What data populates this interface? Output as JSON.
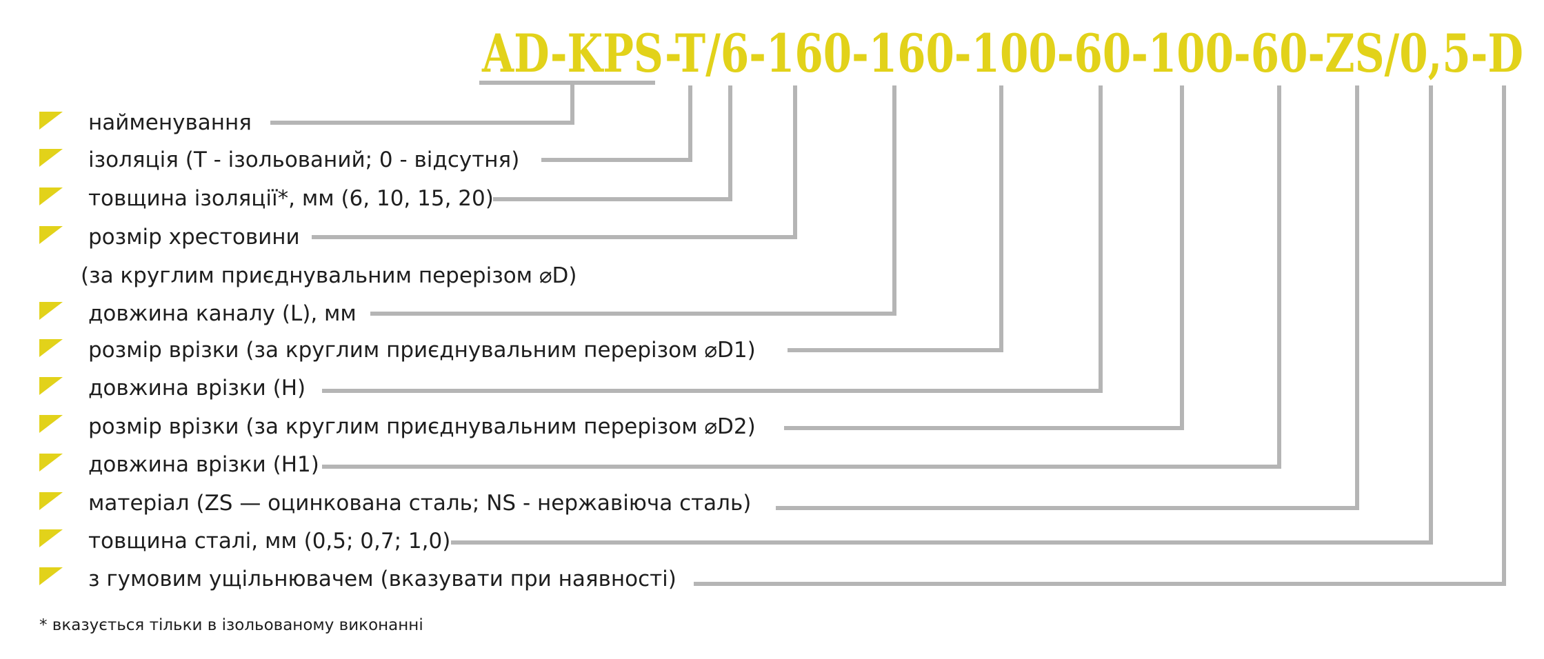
{
  "code": "AD-KPS-T/6-160-160-100-60-100-60-ZS/0,5-D",
  "accent_color": "#e2d21a",
  "line_color": "#b5b5b5",
  "items": [
    {
      "label": "найменування",
      "marker": true
    },
    {
      "label": "ізоляція (Т - ізольований; 0 - відсутня)",
      "marker": true
    },
    {
      "label": "товщина ізоляції*, мм (6, 10, 15, 20)",
      "marker": true
    },
    {
      "label": "розмір хрестовини",
      "marker": true
    },
    {
      "label": "(за круглим приєднувальним перерізом ⌀D)",
      "marker": false
    },
    {
      "label": "довжина каналу (L), мм",
      "marker": true
    },
    {
      "label": "розмір врізки (за круглим приєднувальним перерізом ⌀D1)",
      "marker": true
    },
    {
      "label": "довжина врізки (H)",
      "marker": true
    },
    {
      "label": "розмір врізки (за круглим приєднувальним перерізом ⌀D2)",
      "marker": true
    },
    {
      "label": "довжина врізки (H1)",
      "marker": true
    },
    {
      "label": "матеріал (ZS — оцинкована сталь; NS - нержавіюча сталь)",
      "marker": true
    },
    {
      "label": "товщина сталі, мм (0,5; 0,7; 1,0)",
      "marker": true
    },
    {
      "label": "з гумовим ущільнювачем (вказувати при наявності)",
      "marker": true
    }
  ],
  "footnote": "* вказується тільки в ізольованому виконанні"
}
